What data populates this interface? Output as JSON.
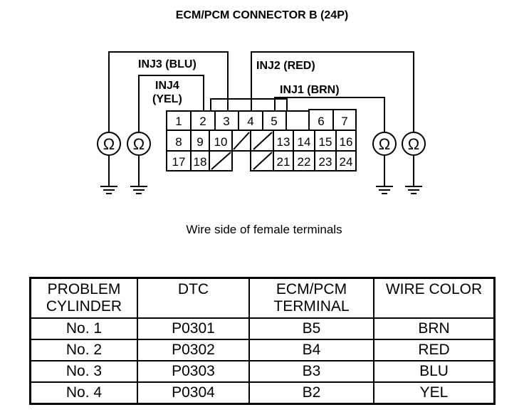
{
  "title": "ECM/PCM CONNECTOR B (24P)",
  "wires": {
    "inj3": "INJ3 (BLU)",
    "inj2": "INJ2 (RED)",
    "inj4_line1": "INJ4",
    "inj4_line2": "(YEL)",
    "inj1": "INJ1 (BRN)"
  },
  "pins": {
    "p1": "1",
    "p2": "2",
    "p3": "3",
    "p4": "4",
    "p5": "5",
    "p6": "6",
    "p7": "7",
    "p8": "8",
    "p9": "9",
    "p10": "10",
    "p13": "13",
    "p14": "14",
    "p15": "15",
    "p16": "16",
    "p17": "17",
    "p18": "18",
    "p21": "21",
    "p22": "22",
    "p23": "23",
    "p24": "24"
  },
  "ohm_symbol": "Ω",
  "caption": "Wire side of female terminals",
  "table": {
    "headers": {
      "cylinder_1": "PROBLEM",
      "cylinder_2": "CYLINDER",
      "dtc": "DTC",
      "terminal_1": "ECM/PCM",
      "terminal_2": "TERMINAL",
      "color": "WIRE COLOR"
    },
    "rows": [
      {
        "cylinder": "No. 1",
        "dtc": "P0301",
        "terminal": "B5",
        "color": "BRN"
      },
      {
        "cylinder": "No. 2",
        "dtc": "P0302",
        "terminal": "B4",
        "color": "RED"
      },
      {
        "cylinder": "No. 3",
        "dtc": "P0303",
        "terminal": "B3",
        "color": "BLU"
      },
      {
        "cylinder": "No. 4",
        "dtc": "P0304",
        "terminal": "B2",
        "color": "YEL"
      }
    ]
  }
}
